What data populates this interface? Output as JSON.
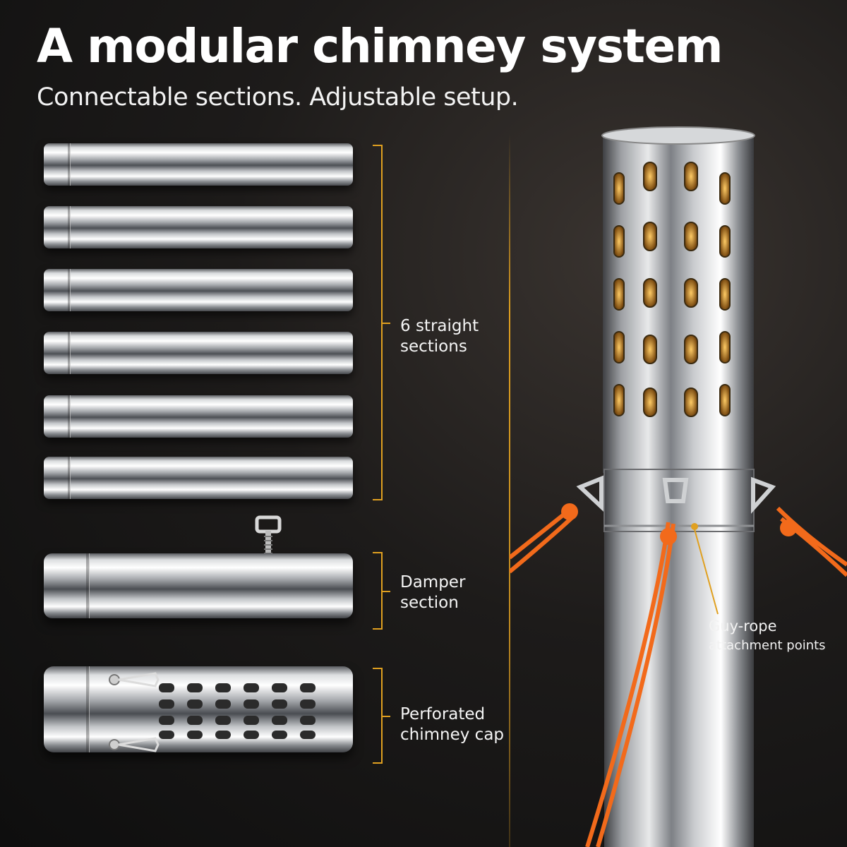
{
  "header": {
    "title": "A modular chimney system",
    "subtitle": "Connectable sections. Adjustable setup."
  },
  "components": {
    "straight": {
      "count": 6,
      "label_line1": "6 straight",
      "label_line2": "sections"
    },
    "damper": {
      "label_line1": "Damper",
      "label_line2": "section"
    },
    "cap": {
      "label_line1": "Perforated",
      "label_line2": "chimney cap"
    }
  },
  "callout": {
    "line1": "Guy-rope",
    "line2": "attachment points"
  },
  "colors": {
    "accent": "#e0a020",
    "rope": "#f26a1b",
    "background": "#141414"
  },
  "icons": [
    "chimney-pipe-icon",
    "damper-handle-icon",
    "perforated-cap-icon",
    "guy-rope-icon"
  ]
}
